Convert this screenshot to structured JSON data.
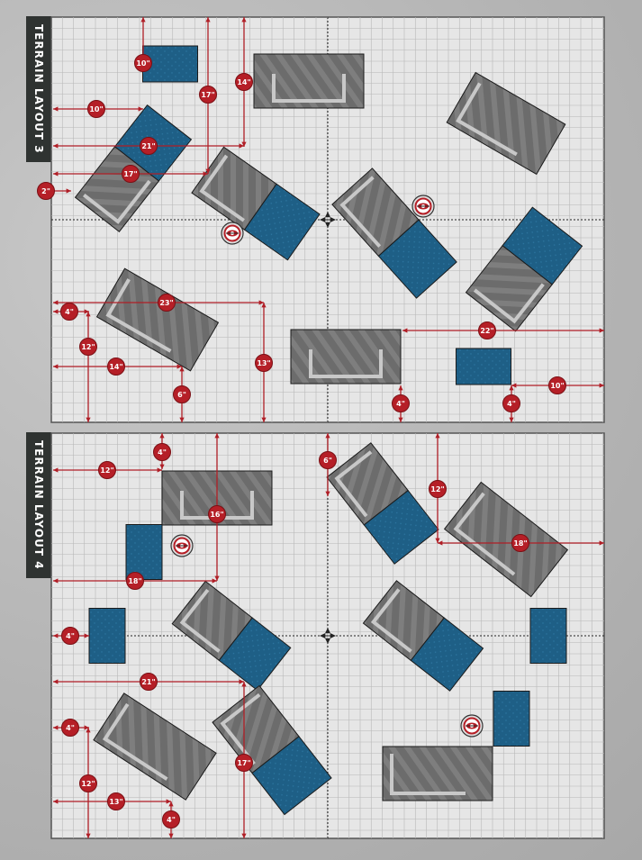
{
  "layouts": [
    {
      "title": "TERRAIN LAYOUT 3",
      "measurements": [
        "10\"",
        "17\"",
        "14\"",
        "10\"",
        "21\"",
        "17\"",
        "2\"",
        "23\"",
        "4\"",
        "12\"",
        "14\"",
        "6\"",
        "13\"",
        "22\"",
        "4\"",
        "4\"",
        "10\""
      ]
    },
    {
      "title": "TERRAIN LAYOUT 4",
      "measurements": [
        "4\"",
        "12\"",
        "16\"",
        "6\"",
        "12\"",
        "18\"",
        "18\"",
        "4\"",
        "21\"",
        "4\"",
        "17\"",
        "12\"",
        "13\"",
        "4\""
      ]
    }
  ],
  "icons": [
    "objective-marker-icon",
    "center-crosshair-icon"
  ],
  "colors": {
    "measure_line": "#b01e26",
    "measure_badge": "#b51f27",
    "ruin_fill": "#6c6c6c",
    "ruin_stripe": "#7e7e7e",
    "ruin_wall": "#c8c8c8",
    "forest_fill": "#1e5f86",
    "tab_bg": "#2f3331",
    "grid_bg": "#e6e6e6",
    "grid_line": "#b7b7b7"
  }
}
